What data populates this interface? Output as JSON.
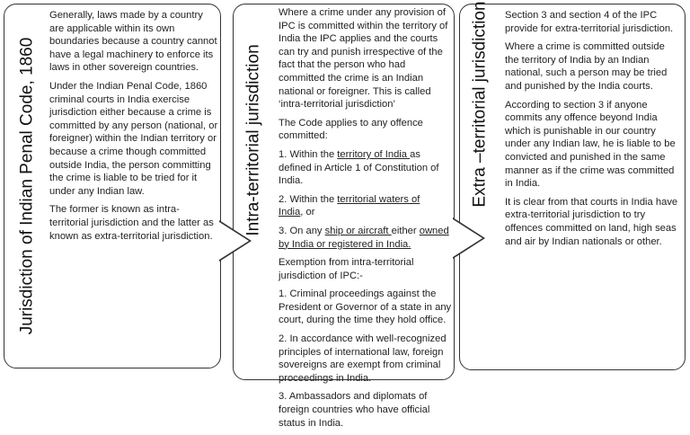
{
  "box1": {
    "title": "Jurisdiction of Indian Penal Code, 1860",
    "paragraphs": [
      "Generally, laws made by a country are applicable within its own boundaries because a country cannot have a legal machinery to enforce its laws in other sovereign countries.",
      "Under the Indian Penal Code, 1860 criminal courts in India exercise jurisdiction either because a crime is committed by any person (national, or foreigner) within the Indian territory or because a crime though committed outside India, the person committing the crime is liable to be tried for it under any Indian law.",
      "The former is known as intra-territorial jurisdiction and the latter as known as extra-territorial jurisdiction."
    ]
  },
  "box2": {
    "title": "Intra-territorial jurisdiction",
    "p1": "Where a crime under any provision of IPC is committed within the territory of India the IPC applies and the courts can try and punish irrespective of the fact that the person who had committed the crime is an Indian national or foreigner. This is called ‘intra-territorial jurisdiction’",
    "p2": "The Code applies to any offence committed:",
    "i1a": "1. Within the ",
    "i1u": "territory of India ",
    "i1b": "as defined in Article 1 of Constitution of India.",
    "i2a": "2. Within the ",
    "i2u1": "territorial waters of",
    "i2u2": "India",
    ", or": "",
    "i2b": ", or",
    "i3a": "3. On any ",
    "i3u1": "ship or aircraft ",
    "i3b": "either ",
    "i3u2": "owned by India or registered in  India.",
    "p3": "Exemption from intra-territorial jurisdiction of IPC:-",
    "e1": "1. Criminal proceedings against the President or Governor of a state in any court, during the time they hold office.",
    "e2": "2. In accordance with well-recognized principles of international law, foreign sovereigns are exempt from criminal proceedings in India.",
    "e3": "3. Ambassadors and diplomats of foreign countries who have official status in India."
  },
  "box3": {
    "title": "Extra –territorial jurisdiction",
    "paragraphs": [
      "Section 3 and section 4 of the IPC provide for extra-territorial jurisdiction.",
      "Where a crime is committed outside the territory of India by an Indian national, such a person may be tried and punished by the India courts.",
      "According to section 3 if anyone commits any offence beyond India which is punishable in our country under any Indian law, he is liable to be convicted and punished in the same manner as if the crime was committed in India.",
      "It is clear from that courts in India have extra-territorial jurisdiction to try offences committed on land, high seas and air by Indian nationals or other."
    ]
  }
}
